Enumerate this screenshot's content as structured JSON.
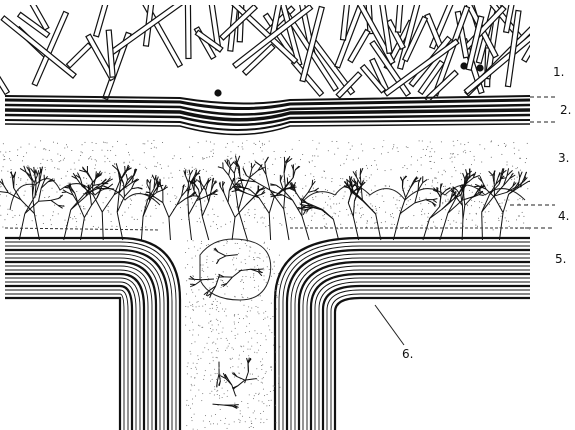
{
  "labels": [
    "1.",
    "2.",
    "3.",
    "4.",
    "5.",
    "6."
  ],
  "colors": {
    "ink": "#111111",
    "paper": "#ffffff",
    "stipple": "#555555"
  }
}
